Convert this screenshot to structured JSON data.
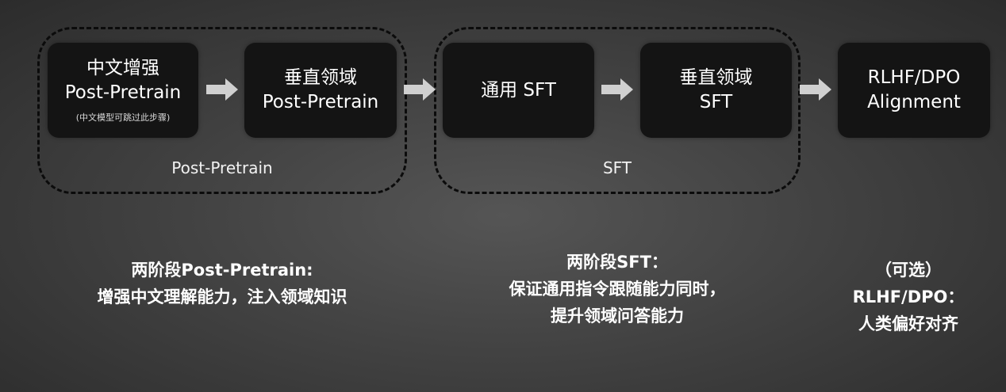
{
  "groups": [
    {
      "label": "Post-Pretrain"
    },
    {
      "label": "SFT"
    }
  ],
  "stages": [
    {
      "line1": "中文增强",
      "line2": "Post-Pretrain",
      "note": "(中文模型可跳过此步骤)"
    },
    {
      "line1": "垂直领域",
      "line2": "Post-Pretrain"
    },
    {
      "line1": "通用 SFT"
    },
    {
      "line1": "垂直领域",
      "line2": "SFT"
    },
    {
      "line1": "RLHF/DPO",
      "line2": "Alignment"
    }
  ],
  "captions": [
    {
      "lines": [
        "两阶段Post-Pretrain:",
        "增强中文理解能力，注入领域知识"
      ]
    },
    {
      "lines": [
        "两阶段SFT：",
        "保证通用指令跟随能力同时，",
        "提升领域问答能力"
      ]
    },
    {
      "lines": [
        "（可选）",
        "RLHF/DPO：",
        "人类偏好对齐"
      ]
    }
  ],
  "colors": {
    "stage_fill": "#141414",
    "arrow": "#d0d0d0",
    "frame_border": "#0b0b0b",
    "text": "#ffffff"
  },
  "icons": {
    "flow_arrow": "right-block-arrow-icon"
  }
}
